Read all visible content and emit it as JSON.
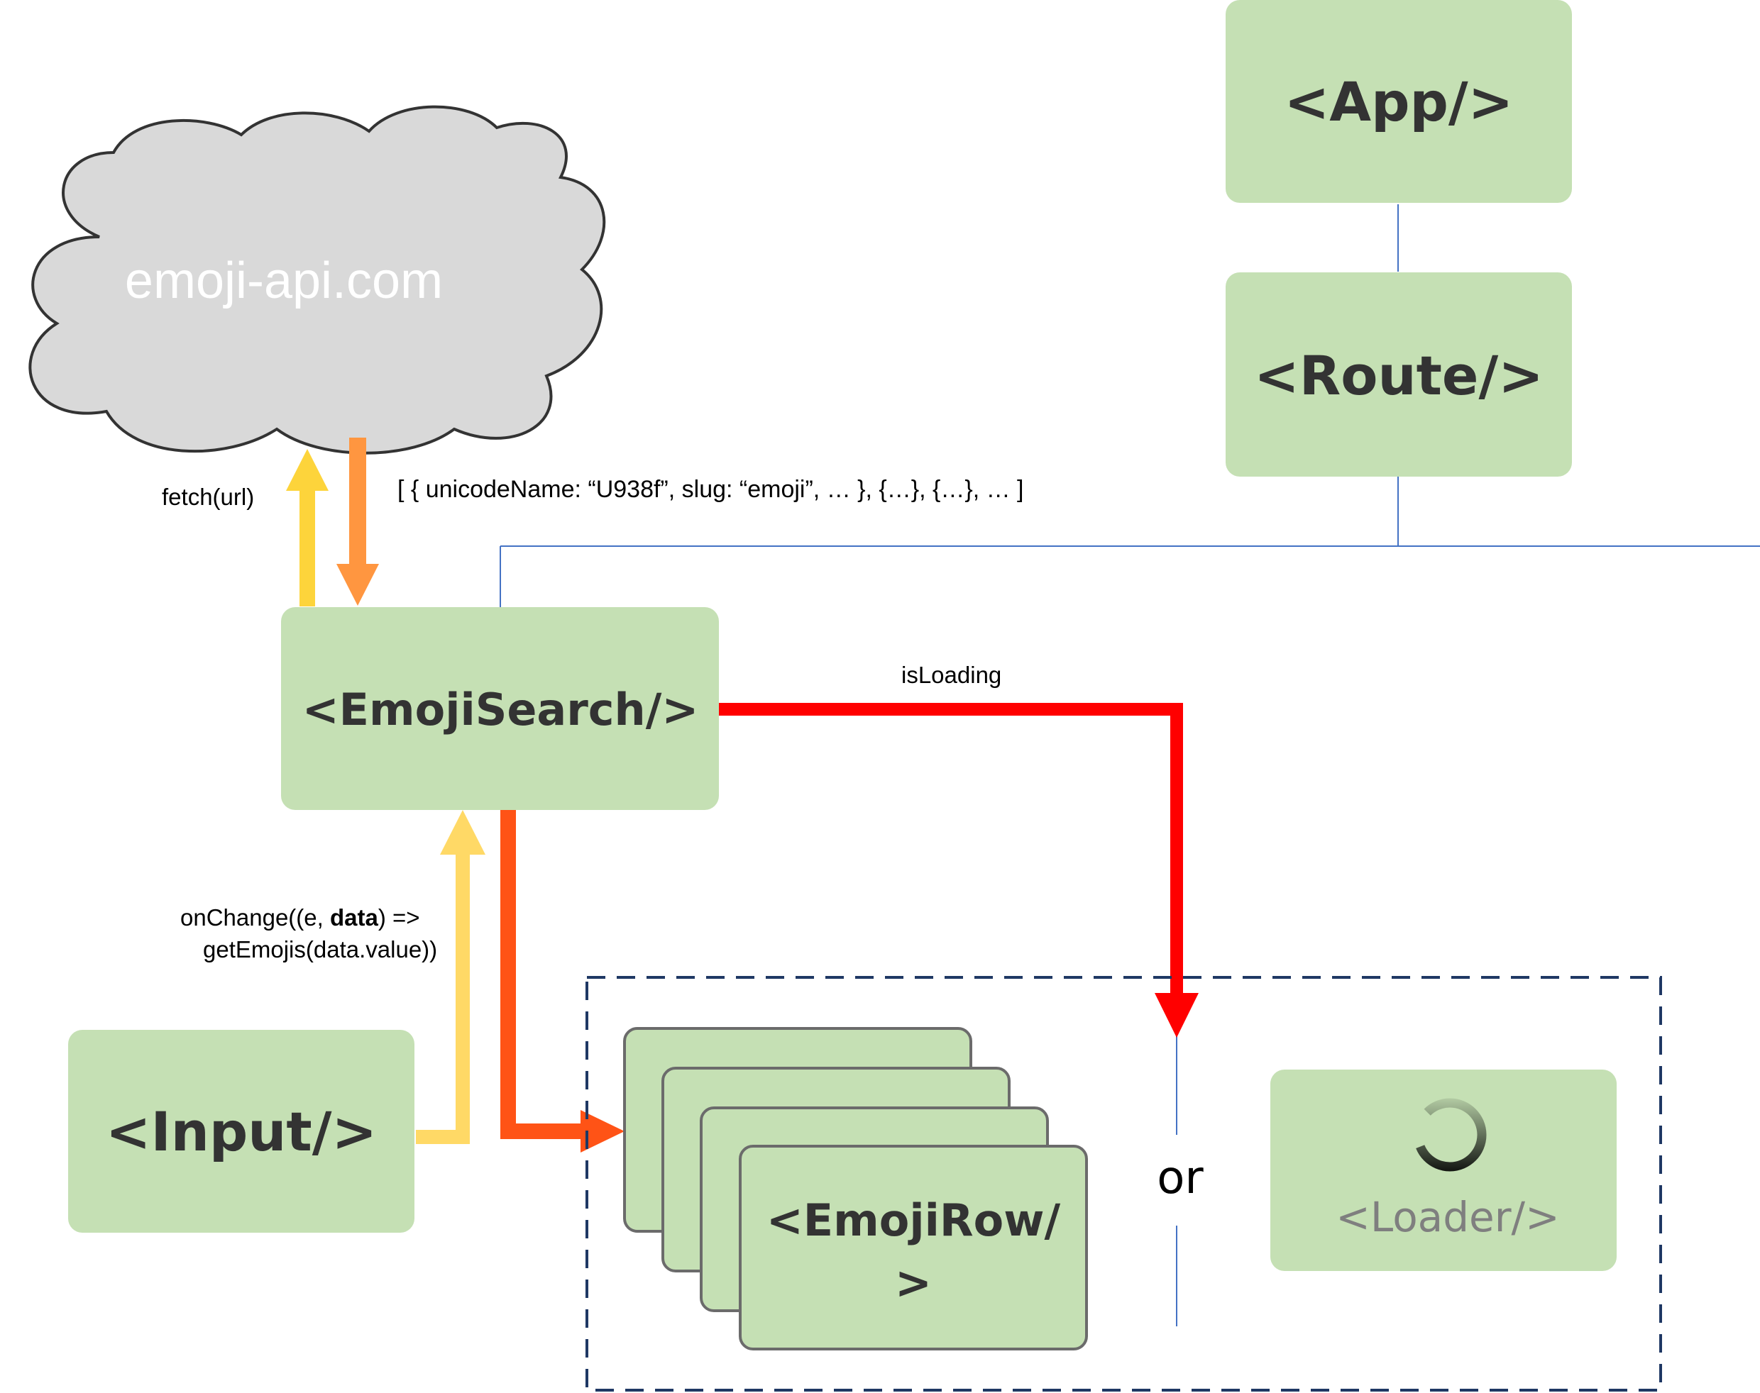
{
  "colors": {
    "box_fill": "#c5e0b4",
    "box_stroke": "#6b6b6b",
    "cloud_fill": "#d9d9d9",
    "cloud_stroke": "#333333",
    "tree_line": "#4472c4",
    "arrow_yellow": "#fdd43b",
    "arrow_light_yellow": "#ffd966",
    "arrow_orange": "#ff9640",
    "arrow_orange_red": "#ff5316",
    "arrow_red": "#ff0000",
    "dashed_group": "#1f3864"
  },
  "cloud": {
    "label": "emoji-api.com"
  },
  "nodes": {
    "app": "<App/>",
    "route": "<Route/>",
    "emoji_search": "<EmojiSearch/>",
    "input": "<Input/>",
    "emoji_row_line1": "<EmojiRow/",
    "emoji_row_line2": ">",
    "loader": "<Loader/>"
  },
  "edges": {
    "fetch_label": "fetch(url)",
    "response_label": "[ { unicodeName: “U938f”, slug: “emoji”, … }, {…}, {…}, … ]",
    "is_loading_label": "isLoading",
    "on_change_prefix": "onChange((e, ",
    "on_change_bold": "data",
    "on_change_suffix": ") =>",
    "get_emojis_label": "getEmojis(data.value))"
  },
  "separator": {
    "label": "or"
  }
}
